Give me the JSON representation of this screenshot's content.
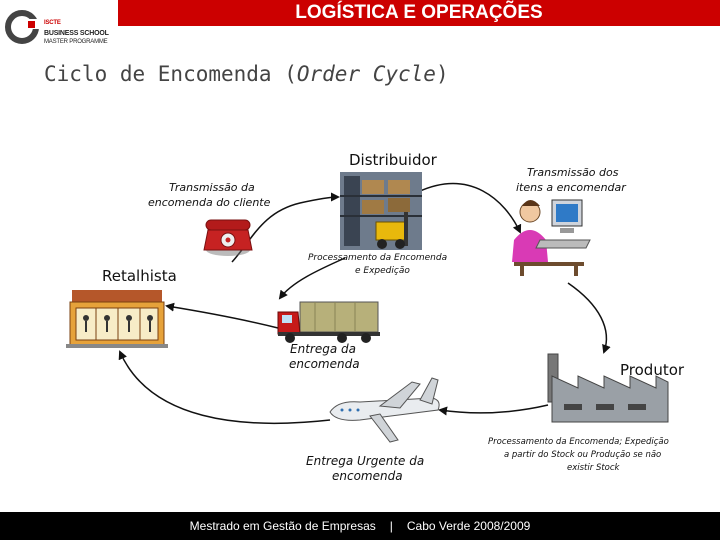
{
  "header": {
    "title": "LOGÍSTICA E OPERAÇÕES",
    "bar_color": "#cc0000"
  },
  "logo": {
    "line1": "ISCTE",
    "line2": "BUSINESS SCHOOL",
    "line3": "MASTER PROGRAMME"
  },
  "title": {
    "main": "Ciclo de Encomenda (",
    "italic": "Order Cycle",
    "close": ")"
  },
  "nodes": {
    "distribuidor": "Distribuidor",
    "retalhista": "Retalhista",
    "produtor": "Produtor"
  },
  "labels": {
    "transmissao_cliente_1": "Transmissão da",
    "transmissao_cliente_2": "encomenda do cliente",
    "transmissao_itens_1": "Transmissão dos",
    "transmissao_itens_2": "itens a encomendar",
    "processamento_dist_1": "Processamento da Encomenda",
    "processamento_dist_2": "e Expedição",
    "entrega_1": "Entrega da",
    "entrega_2": "encomenda",
    "urgente_1": "Entrega Urgente da",
    "urgente_2": "encomenda",
    "proc_prod_1": "Processamento da Encomenda; Expedição",
    "proc_prod_2": "a partir do Stock ou Produção se não",
    "proc_prod_3": "existir Stock"
  },
  "icons": [
    "telephone-icon",
    "warehouse-forklift-icon",
    "computer-user-icon",
    "shop-icon",
    "truck-icon",
    "factory-icon",
    "airplane-icon"
  ],
  "footer": {
    "left": "Mestrado em Gestão de Empresas",
    "separator": "|",
    "right": "Cabo Verde 2008/2009"
  }
}
